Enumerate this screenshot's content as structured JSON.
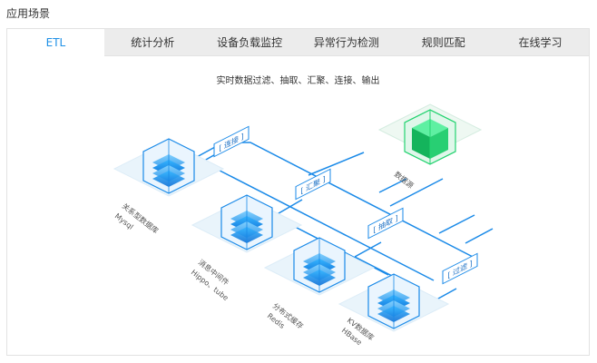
{
  "section": {
    "title": "应用场景"
  },
  "tabs": [
    {
      "label": "ETL",
      "active": true
    },
    {
      "label": "统计分析",
      "active": false
    },
    {
      "label": "设备负载监控",
      "active": false
    },
    {
      "label": "异常行为检测",
      "active": false
    },
    {
      "label": "规则匹配",
      "active": false
    },
    {
      "label": "在线学习",
      "active": false
    }
  ],
  "etl": {
    "subtitle": "实时数据过滤、抽取、汇聚、连接、输出",
    "sources": [
      {
        "name": "关系型数据库",
        "tech": "Mysql"
      },
      {
        "name": "消息中间件",
        "tech": "Hippo、tube"
      },
      {
        "name": "分布式缓存",
        "tech": "Redis"
      },
      {
        "name": "KV数据库",
        "tech": "HBase"
      }
    ],
    "operations": [
      "[ 连接 ]",
      "[ 汇聚 ]",
      "[ 抽取 ]",
      "[ 过滤 ]"
    ],
    "target": {
      "name": "数据源"
    }
  },
  "colors": {
    "accent": "#1e90e6",
    "line": "#1a8ae8",
    "platform": "#e9f4fb",
    "target": "#1fce6e"
  }
}
